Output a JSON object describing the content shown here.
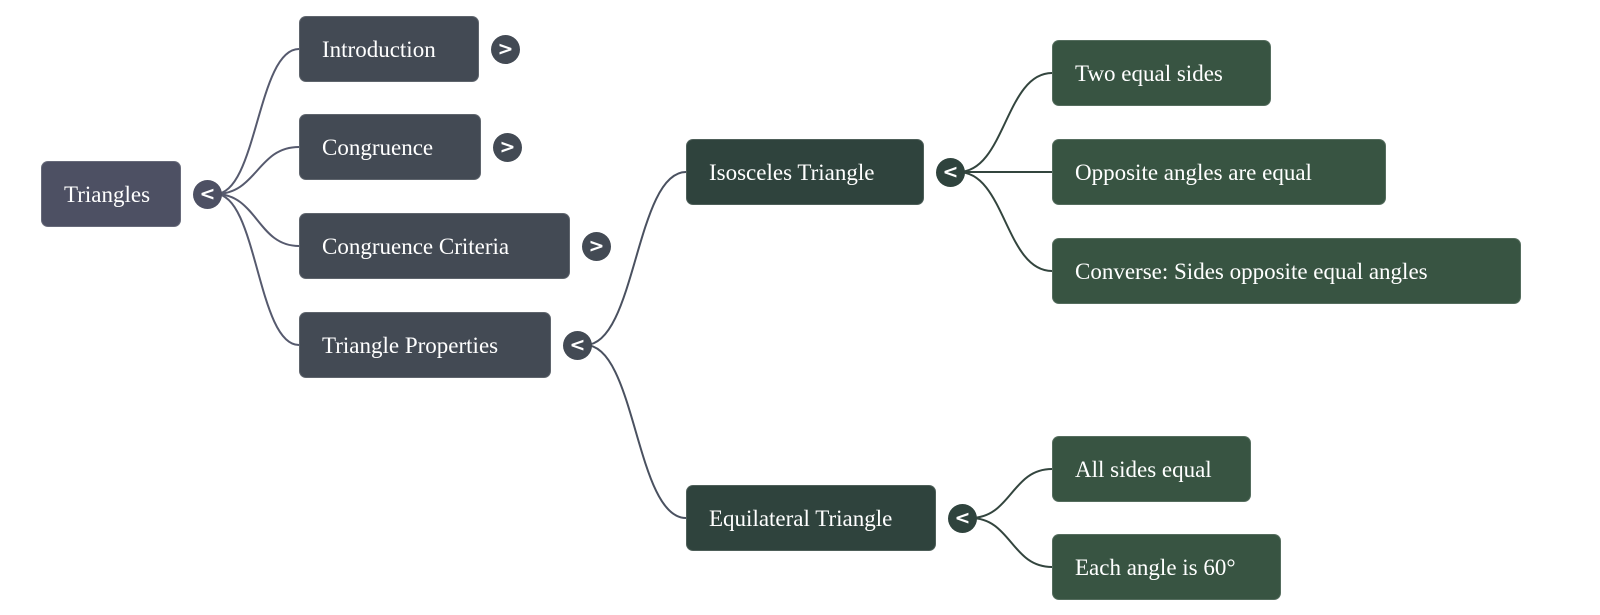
{
  "mindmap": {
    "colors": {
      "level0": "#4d5063",
      "level1": "#434a54",
      "level2": "#2f433d",
      "level3": "#385442",
      "link_level1": "#565a6e",
      "link_level2": "#4a5160",
      "link_level3": "#33453e"
    },
    "root": {
      "id": "triangles",
      "label": "Triangles",
      "toggle": "<",
      "expanded": true,
      "children": [
        {
          "id": "introduction",
          "label": "Introduction",
          "toggle": ">",
          "expanded": false
        },
        {
          "id": "congruence",
          "label": "Congruence",
          "toggle": ">",
          "expanded": false
        },
        {
          "id": "congruence-criteria",
          "label": "Congruence Criteria",
          "toggle": ">",
          "expanded": false
        },
        {
          "id": "triangle-properties",
          "label": "Triangle Properties",
          "toggle": "<",
          "expanded": true,
          "children": [
            {
              "id": "isosceles-triangle",
              "label": "Isosceles Triangle",
              "toggle": "<",
              "expanded": true,
              "children": [
                {
                  "id": "two-equal-sides",
                  "label": "Two equal sides"
                },
                {
                  "id": "opposite-angles-equal",
                  "label": "Opposite angles are equal"
                },
                {
                  "id": "converse-sides-opposite",
                  "label": "Converse: Sides opposite equal angles"
                }
              ]
            },
            {
              "id": "equilateral-triangle",
              "label": "Equilateral Triangle",
              "toggle": "<",
              "expanded": true,
              "children": [
                {
                  "id": "all-sides-equal",
                  "label": "All sides equal"
                },
                {
                  "id": "each-angle-60",
                  "label": "Each angle is 60°"
                }
              ]
            }
          ]
        }
      ]
    }
  }
}
